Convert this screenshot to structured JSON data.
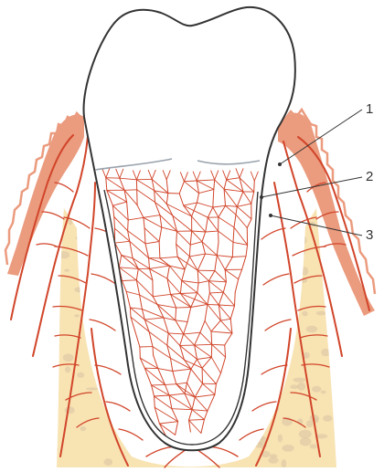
{
  "colors": {
    "bone": "#f8e3b3",
    "bone_texture": "#d8c3a3",
    "gum": "#eb9b7e",
    "vessel": "#d1452a",
    "tooth_outline": "#333333",
    "enamel_line": "#9aa3ad",
    "leader_line": "#333333"
  },
  "labels": [
    {
      "id": "1",
      "text": "1"
    },
    {
      "id": "2",
      "text": "2"
    },
    {
      "id": "3",
      "text": "3"
    }
  ]
}
